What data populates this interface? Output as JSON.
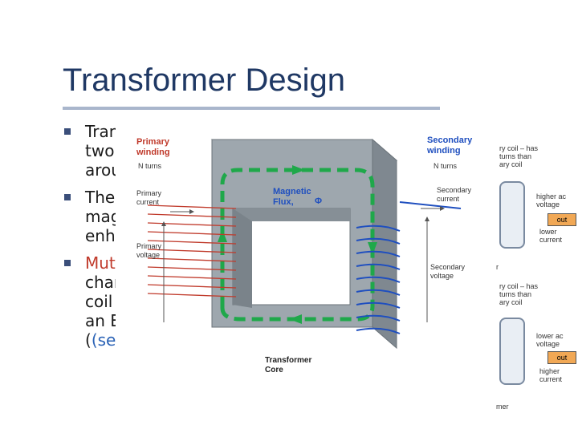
{
  "slide": {
    "title": "Transformer Design",
    "bullets": [
      {
        "lines": [
          "Tran",
          "two",
          "arou"
        ]
      },
      {
        "lines": [
          "The",
          "mag",
          "enh"
        ]
      },
      {
        "lines": [
          "Mut",
          "char",
          "coil",
          "an E",
          "(sec"
        ]
      }
    ]
  },
  "diagram": {
    "primary_winding": "Primary\nwinding",
    "primary_turns": "N  turns",
    "primary_current": "Primary\ncurrent",
    "primary_voltage": "Primary\nvoltage",
    "secondary_winding": "Secondary\nwinding",
    "secondary_turns": "N  turns",
    "secondary_current": "Secondary\ncurrent",
    "secondary_voltage": "Secondary\nvoltage",
    "magnetic_flux": "Magnetic\nFlux,",
    "phi": "Φ",
    "core": "Transformer\nCore"
  },
  "right_figure": {
    "top_caption": "ry coil – has\nturns than\nary coil",
    "top_higher": "higher ac\nvoltage",
    "top_lower": "lower\ncurrent",
    "out_top": "out",
    "mid_r": "r",
    "bottom_caption": "ry coil – has\nturns than\nary coil",
    "bottom_lower": "lower ac\nvoltage",
    "bottom_higher": "higher\ncurrent",
    "out_bottom": "out",
    "bottom_mer": "mer"
  },
  "colors": {
    "primary": "#c03a2b",
    "secondary": "#1f4fbf",
    "flux_arrow": "#1fa84a",
    "core": "#9aa3ab"
  }
}
